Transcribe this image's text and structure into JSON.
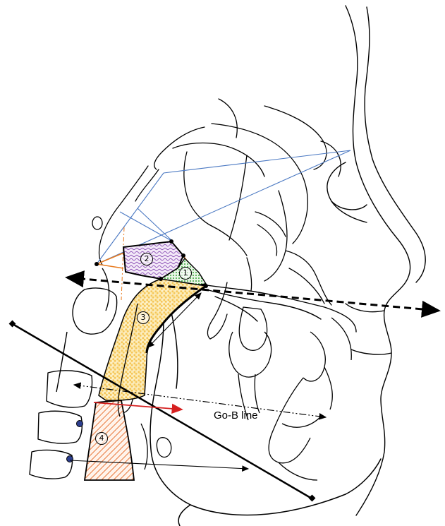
{
  "regions": [
    {
      "number": "1",
      "fill": "#3aa63a",
      "pattern": "dots"
    },
    {
      "number": "2",
      "fill": "#8a4fb5",
      "pattern": "waves"
    },
    {
      "number": "3",
      "fill": "#f5b82e",
      "pattern": "checker"
    },
    {
      "number": "4",
      "fill": "#e8773a",
      "pattern": "hatch"
    }
  ],
  "lines": {
    "gob_label": "Go-B line",
    "red_arrow_color": "#d62020",
    "blue_line_color": "#4a78c2",
    "orange_line_color": "#e87a1e",
    "vertebra_point_color": "#2d3f8f"
  }
}
